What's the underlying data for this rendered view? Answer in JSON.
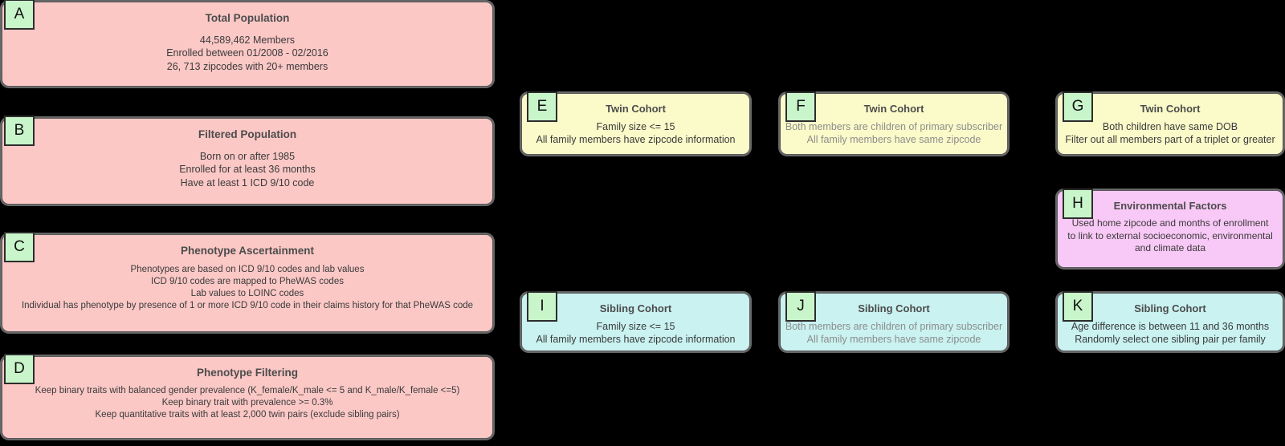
{
  "palette": {
    "background": "#000000",
    "population_box": "#fbc8c6",
    "twin_box": "#fbfbca",
    "sibling_box": "#c9f2f1",
    "environment_box": "#f8c8f6",
    "label_badge": "#c9f5cb",
    "title_text": "#4c4c4c",
    "body_text": "#3a3a3a",
    "muted_text": "#8c8c8c"
  },
  "diagram": {
    "boxes": [
      {
        "letter": "A",
        "title": "Total Population",
        "lines": [
          "44,589,462 Members",
          "Enrolled between 01/2008 - 02/2016",
          "26, 713 zipcodes with 20+ members"
        ]
      },
      {
        "letter": "B",
        "title": "Filtered Population",
        "lines": [
          "Born on or after 1985",
          "Enrolled for at least 36 months",
          "Have at least 1 ICD 9/10 code"
        ]
      },
      {
        "letter": "C",
        "title": "Phenotype Ascertainment",
        "lines": [
          "Phenotypes are based on ICD 9/10 codes and lab values",
          "ICD 9/10 codes are mapped to PheWAS codes",
          "Lab values to LOINC codes",
          "Individual has phenotype by presence of 1 or more ICD 9/10 code in their claims history for that PheWAS code"
        ]
      },
      {
        "letter": "D",
        "title": "Phenotype Filtering",
        "lines": [
          "Keep binary traits with balanced gender prevalence (K_female/K_male <= 5 and K_male/K_female <=5)",
          "Keep binary trait with prevalence >= 0.3%",
          "Keep quantitative traits with at least 2,000 twin pairs (exclude sibling pairs)"
        ]
      },
      {
        "letter": "E",
        "title": "Twin Cohort",
        "lines": [
          "Family size <= 15",
          "All family members have zipcode information"
        ]
      },
      {
        "letter": "F",
        "title": "Twin Cohort",
        "lines": [
          "Both members are children of primary subscriber",
          "All family members have same zipcode"
        ]
      },
      {
        "letter": "G",
        "title": "Twin Cohort",
        "lines": [
          "Both children have same DOB",
          "Filter out all members part of a triplet or greater"
        ]
      },
      {
        "letter": "H",
        "title": "Environmental Factors",
        "lines": [
          "Used home zipcode and months of enrollment to link to external socioeconomic, environmental and climate data"
        ]
      },
      {
        "letter": "I",
        "title": "Sibling Cohort",
        "lines": [
          "Family size <= 15",
          "All family members have zipcode information"
        ]
      },
      {
        "letter": "J",
        "title": "Sibling Cohort",
        "lines": [
          "Both members are children of primary subscriber",
          "All family members have same zipcode"
        ]
      },
      {
        "letter": "K",
        "title": "Sibling Cohort",
        "lines": [
          "Age difference is between 11 and 36 months",
          "Randomly select one sibling pair per family"
        ]
      }
    ]
  }
}
